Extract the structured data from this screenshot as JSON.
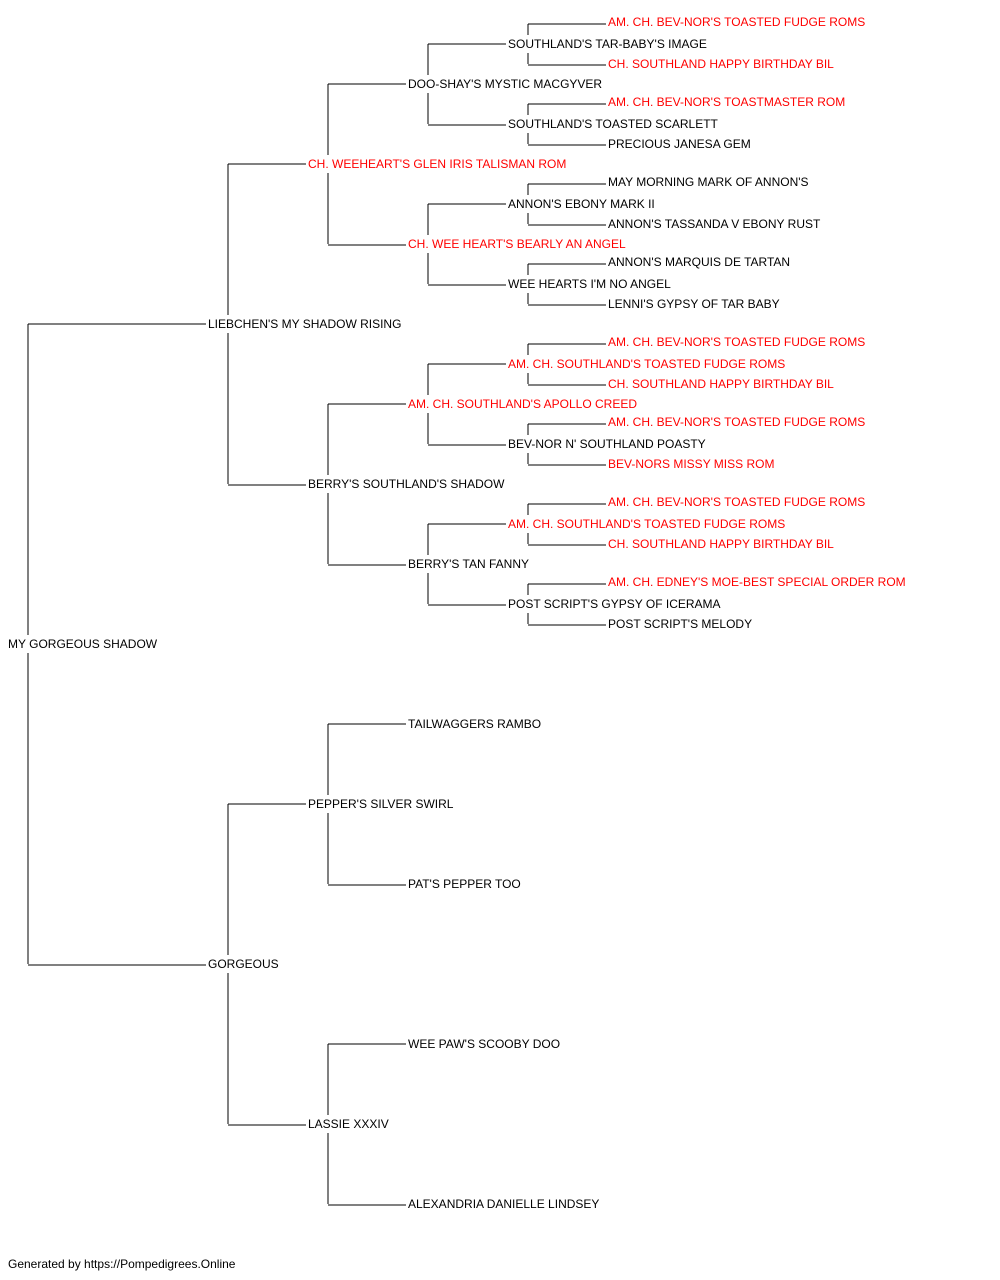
{
  "colors": {
    "champion": "#ff0000",
    "normal": "#000000",
    "line": "#000000"
  },
  "pedigree": {
    "name": "MY GORGEOUS SHADOW",
    "champion": false,
    "sire": {
      "name": "LIEBCHEN'S MY SHADOW RISING",
      "champion": false,
      "sire": {
        "name": "CH. WEEHEART'S GLEN IRIS TALISMAN ROM",
        "champion": true,
        "sire": {
          "name": "DOO-SHAY'S MYSTIC MACGYVER",
          "champion": false,
          "sire": {
            "name": "SOUTHLAND'S TAR-BABY'S IMAGE",
            "champion": false,
            "sire": {
              "name": "AM. CH. BEV-NOR'S TOASTED FUDGE ROMS",
              "champion": true
            },
            "dam": {
              "name": "CH. SOUTHLAND HAPPY BIRTHDAY BIL",
              "champion": true
            }
          },
          "dam": {
            "name": "SOUTHLAND'S TOASTED SCARLETT",
            "champion": false,
            "sire": {
              "name": "AM. CH. BEV-NOR'S TOASTMASTER ROM",
              "champion": true
            },
            "dam": {
              "name": "PRECIOUS JANESA GEM",
              "champion": false
            }
          }
        },
        "dam": {
          "name": "CH. WEE HEART'S BEARLY AN ANGEL",
          "champion": true,
          "sire": {
            "name": "ANNON'S EBONY MARK II",
            "champion": false,
            "sire": {
              "name": "MAY MORNING MARK OF ANNON'S",
              "champion": false
            },
            "dam": {
              "name": "ANNON'S TASSANDA V EBONY RUST",
              "champion": false
            }
          },
          "dam": {
            "name": "WEE HEARTS I'M NO ANGEL",
            "champion": false,
            "sire": {
              "name": "ANNON'S MARQUIS DE TARTAN",
              "champion": false
            },
            "dam": {
              "name": "LENNI'S GYPSY OF TAR BABY",
              "champion": false
            }
          }
        }
      },
      "dam": {
        "name": "BERRY'S SOUTHLAND'S SHADOW",
        "champion": false,
        "sire": {
          "name": "AM. CH. SOUTHLAND'S APOLLO CREED",
          "champion": true,
          "sire": {
            "name": "AM. CH. SOUTHLAND'S TOASTED FUDGE ROMS",
            "champion": true,
            "sire": {
              "name": "AM. CH. BEV-NOR'S TOASTED FUDGE ROMS",
              "champion": true
            },
            "dam": {
              "name": "CH. SOUTHLAND HAPPY BIRTHDAY BIL",
              "champion": true
            }
          },
          "dam": {
            "name": "BEV-NOR N' SOUTHLAND POASTY",
            "champion": false,
            "sire": {
              "name": "AM. CH. BEV-NOR'S TOASTED FUDGE ROMS",
              "champion": true
            },
            "dam": {
              "name": "BEV-NORS MISSY MISS ROM",
              "champion": true
            }
          }
        },
        "dam": {
          "name": "BERRY'S TAN FANNY",
          "champion": false,
          "sire": {
            "name": "AM. CH. SOUTHLAND'S TOASTED FUDGE ROMS",
            "champion": true,
            "sire": {
              "name": "AM. CH. BEV-NOR'S TOASTED FUDGE ROMS",
              "champion": true
            },
            "dam": {
              "name": "CH. SOUTHLAND HAPPY BIRTHDAY BIL",
              "champion": true
            }
          },
          "dam": {
            "name": "POST SCRIPT'S GYPSY OF ICERAMA",
            "champion": false,
            "sire": {
              "name": "AM. CH. EDNEY'S MOE-BEST SPECIAL ORDER ROM",
              "champion": true
            },
            "dam": {
              "name": "POST SCRIPT'S MELODY",
              "champion": false
            }
          }
        }
      }
    },
    "dam": {
      "name": "GORGEOUS",
      "champion": false,
      "sire": {
        "name": "PEPPER'S SILVER SWIRL",
        "champion": false,
        "sire": {
          "name": "TAILWAGGERS RAMBO",
          "champion": false
        },
        "dam": {
          "name": "PAT'S PEPPER TOO",
          "champion": false
        }
      },
      "dam": {
        "name": "LASSIE XXXIV",
        "champion": false,
        "sire": {
          "name": "WEE PAW'S SCOOBY DOO",
          "champion": false
        },
        "dam": {
          "name": "ALEXANDRIA DANIELLE LINDSEY",
          "champion": false
        }
      }
    }
  },
  "footer": {
    "text": "Generated by https://Pompedigrees.Online"
  }
}
